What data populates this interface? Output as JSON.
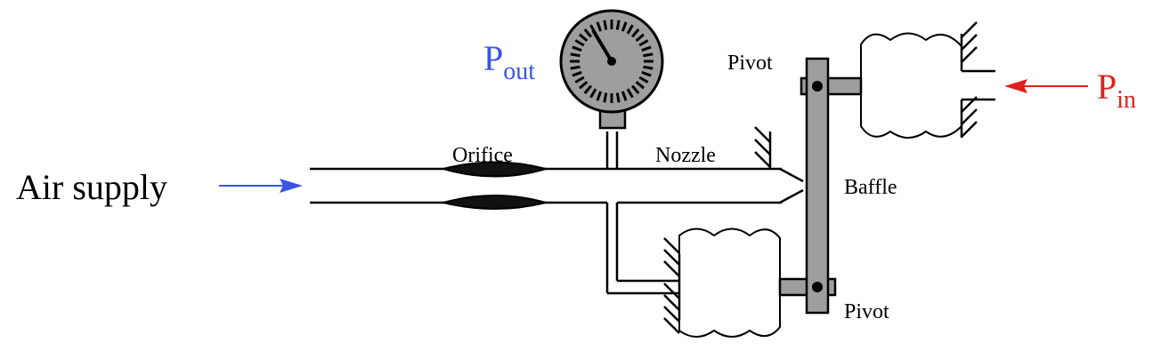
{
  "labels": {
    "pout_main": "P",
    "pout_sub": "out",
    "pin_main": "P",
    "pin_sub": "in",
    "pivot_top": "Pivot",
    "pivot_bottom": "Pivot",
    "orifice": "Orifice",
    "nozzle": "Nozzle",
    "baffle": "Baffle",
    "air_supply": "Air supply"
  },
  "colors": {
    "pout": "#3a55e0",
    "pin": "#e0201a",
    "air_arrow": "#3a55e0",
    "pin_arrow": "#e0201a",
    "gray_parts": "#9e9e9e"
  }
}
